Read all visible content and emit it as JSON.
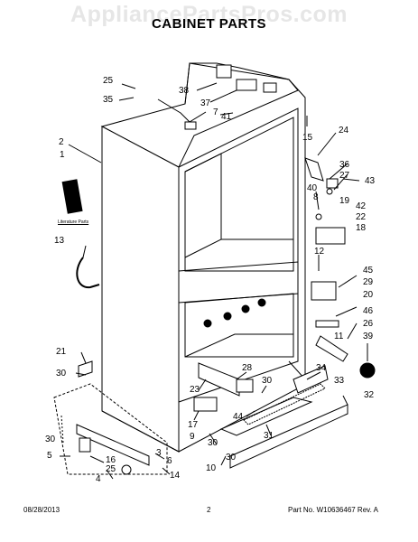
{
  "watermark": "AppliancePartsPros.com",
  "title": "CABINET PARTS",
  "literature_label": "Literature Parts",
  "footer": {
    "date": "08/28/2013",
    "page": "2",
    "part_no": "Part No.  W10636467  Rev. A"
  },
  "callouts": {
    "c25a": "25",
    "c35": "35",
    "c38": "38",
    "c37": "37",
    "c7": "7",
    "c41": "41",
    "c15": "15",
    "c24": "24",
    "c2": "2",
    "c1": "1",
    "c36": "36",
    "c27": "27",
    "c40": "40",
    "c19": "19",
    "c43": "43",
    "c8": "8",
    "c42": "42",
    "c22": "22",
    "c18": "18",
    "c13": "13",
    "c12": "12",
    "c45": "45",
    "c29": "29",
    "c20": "20",
    "c46": "46",
    "c11": "11",
    "c26": "26",
    "c39": "39",
    "c21": "21",
    "c30a": "30",
    "c28": "28",
    "c23": "23",
    "c30b": "30",
    "c34": "34",
    "c33": "33",
    "c32": "32",
    "c44": "44",
    "c17": "17",
    "c30c": "30",
    "c31": "31",
    "c30d": "30",
    "c9": "9",
    "c3": "3",
    "c5": "5",
    "c16": "16",
    "c25b": "25",
    "c4": "4",
    "c14": "14",
    "c6": "6",
    "c10": "10",
    "c30e": "30"
  }
}
